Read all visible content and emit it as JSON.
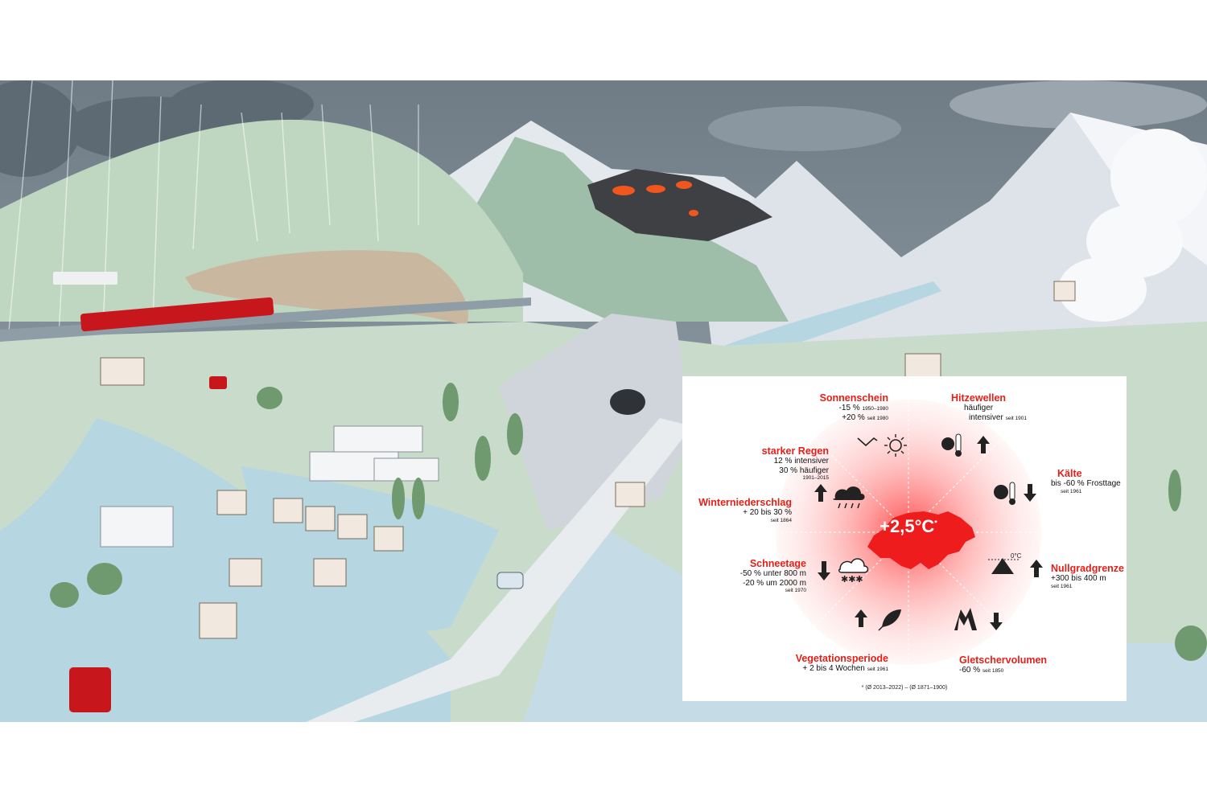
{
  "center": {
    "value": "+2,5°C",
    "marker": "*"
  },
  "footnote": "* (Ø 2013–2022) – (Ø 1871–1900)",
  "indicators": {
    "sonnenschein": {
      "title": "Sonnenschein",
      "line1": "-15 %",
      "line1_note": "1950–1980",
      "line2": "+20 %",
      "line2_note": "seit 1980"
    },
    "hitzewellen": {
      "title": "Hitzewellen",
      "line1": "häufiger",
      "line2": "intensiver",
      "line2_note": "seit 1901"
    },
    "kaelte": {
      "title": "Kälte",
      "line1": "bis -60 % Frosttage",
      "note": "seit 1961"
    },
    "nullgradgrenze": {
      "title": "Nullgradgrenze",
      "line1": "+300 bis 400 m",
      "note": "seit 1961",
      "icon_label": "0°C"
    },
    "gletschervolumen": {
      "title": "Gletschervolumen",
      "line1": "-60 %",
      "line1_note": "seit 1850"
    },
    "vegetationsperiode": {
      "title": "Vegetationsperiode",
      "line1": "+ 2 bis 4 Wochen",
      "line1_note": "seit 1961"
    },
    "schneetage": {
      "title": "Schneetage",
      "line1": "-50 % unter 800 m",
      "line2": "-20 % um 2000 m",
      "note": "seit 1970"
    },
    "winterniederschlag": {
      "title": "Winterniederschlag",
      "line1": "+ 20 bis 30 %",
      "note": "seit 1864"
    },
    "starker_regen": {
      "title": "starker Regen",
      "line1": "12 % intensiver",
      "line2": "30 % häufiger",
      "note": "1901–2015"
    }
  },
  "colors": {
    "accent": "#e41f18",
    "glow": "#ff6b6b",
    "sky": "#7e8c96",
    "meadow": "#bcd6bf",
    "water": "#b6d6e2"
  }
}
